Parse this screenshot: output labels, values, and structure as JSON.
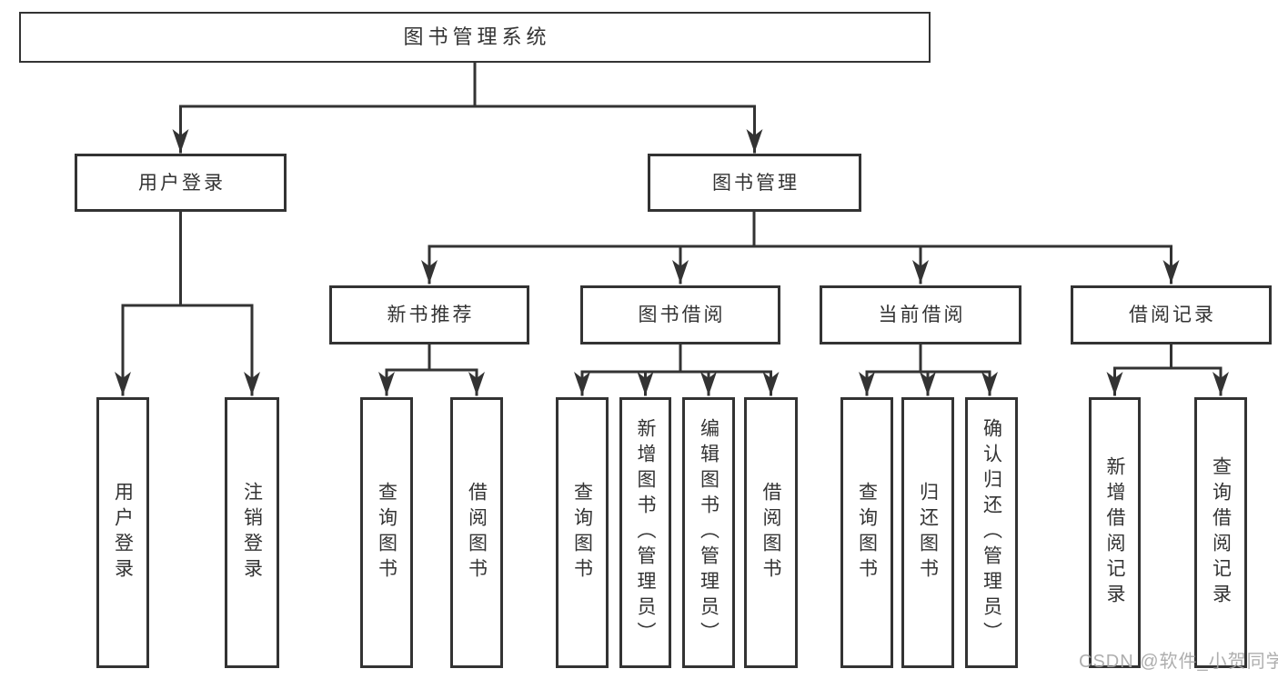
{
  "diagram": {
    "title": "图书管理系统",
    "root": {
      "label": "图书管理系统"
    },
    "level1": [
      {
        "id": "user-login",
        "label": "用户登录",
        "parent": "图书管理系统"
      },
      {
        "id": "book-management",
        "label": "图书管理",
        "parent": "图书管理系统"
      }
    ],
    "level2": [
      {
        "id": "new-book-recommend",
        "label": "新书推荐",
        "parent": "图书管理"
      },
      {
        "id": "book-borrowing",
        "label": "图书借阅",
        "parent": "图书管理"
      },
      {
        "id": "current-borrowing",
        "label": "当前借阅",
        "parent": "图书管理"
      },
      {
        "id": "borrowing-records",
        "label": "借阅记录",
        "parent": "图书管理"
      }
    ],
    "leaves": [
      {
        "label": "用户登录",
        "parent": "用户登录"
      },
      {
        "label": "注销登录",
        "parent": "用户登录"
      },
      {
        "label": "查询图书",
        "parent": "新书推荐"
      },
      {
        "label": "借阅图书",
        "parent": "新书推荐"
      },
      {
        "label": "查询图书",
        "parent": "图书借阅"
      },
      {
        "label": "新增图书（管理员）",
        "parent": "图书借阅"
      },
      {
        "label": "编辑图书（管理员）",
        "parent": "图书借阅"
      },
      {
        "label": "借阅图书",
        "parent": "图书借阅"
      },
      {
        "label": "查询图书",
        "parent": "当前借阅"
      },
      {
        "label": "归还图书",
        "parent": "当前借阅"
      },
      {
        "label": "确认归还（管理员）",
        "parent": "当前借阅"
      },
      {
        "label": "新增借阅记录",
        "parent": "借阅记录"
      },
      {
        "label": "查询借阅记录",
        "parent": "借阅记录"
      }
    ]
  },
  "watermark": {
    "text": "CSDN @软件_小贺同学",
    "color": "#a5a5a5"
  },
  "colors": {
    "line": "#333333",
    "box_border": "#333333",
    "text": "#333333",
    "background": "#ffffff",
    "watermark": "#a5a5a5"
  }
}
